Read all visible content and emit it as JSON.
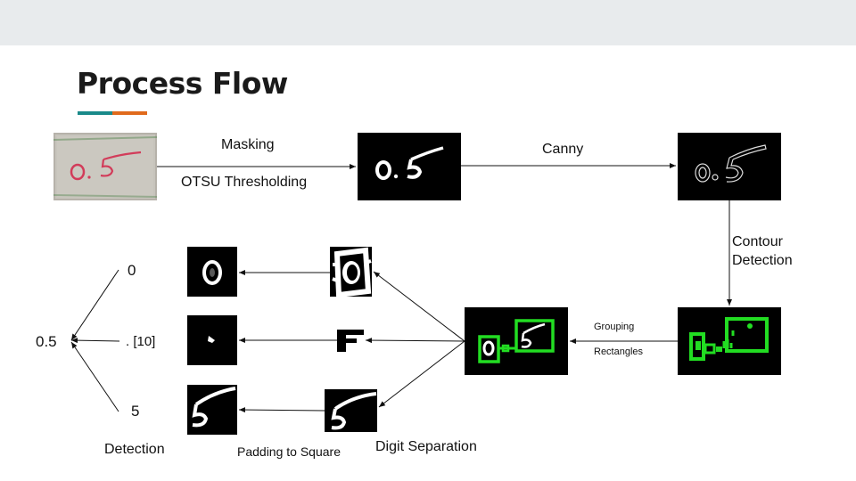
{
  "slide": {
    "title": "Process Flow",
    "accent_colors": [
      "#1a8a8a",
      "#e06a1c"
    ]
  },
  "steps": {
    "masking": "Masking",
    "otsu": "OTSU Thresholding",
    "canny": "Canny",
    "contour_line1": "Contour",
    "contour_line2": "Detection",
    "grouping_line1": "Grouping",
    "grouping_line2": "Rectangles",
    "digit_separation": "Digit Separation",
    "padding": "Padding to Square",
    "detection": "Detection"
  },
  "outputs": {
    "digit_top": "0",
    "digit_mid": ". [10]",
    "digit_bottom": "5",
    "result": "0.5"
  },
  "colors": {
    "detection_green": "#22dd22",
    "paper": "#c9c6bf",
    "ink": "#d23c5a"
  }
}
